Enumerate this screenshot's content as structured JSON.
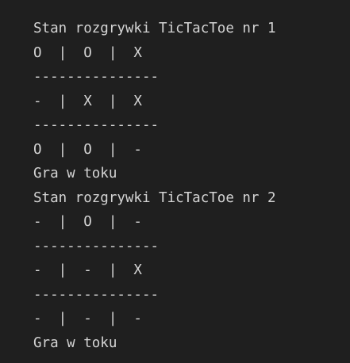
{
  "console": {
    "lines": [
      "Stan rozgrywki TicTacToe nr 1",
      "O  |  O  |  X",
      "---------------",
      "-  |  X  |  X",
      "---------------",
      "O  |  O  |  -",
      "Gra w toku",
      "Stan rozgrywki TicTacToe nr 2",
      "-  |  O  |  -",
      "---------------",
      "-  |  -  |  X",
      "---------------",
      "-  |  -  |  -",
      "Gra w toku"
    ]
  }
}
